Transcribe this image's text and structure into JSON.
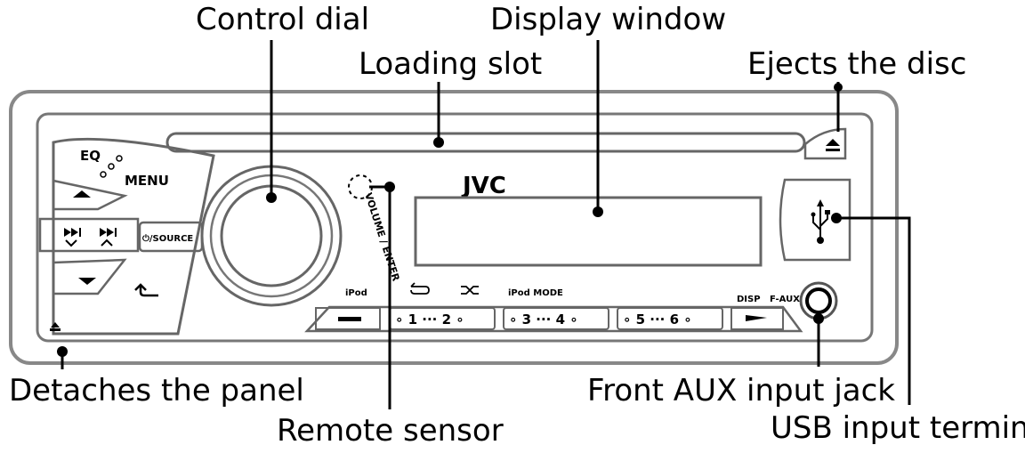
{
  "callouts": {
    "control_dial": "Control dial",
    "display_window": "Display window",
    "loading_slot": "Loading slot",
    "ejects_disc": "Ejects the disc",
    "detaches_panel": "Detaches the panel",
    "remote_sensor": "Remote sensor",
    "front_aux": "Front AUX input jack",
    "usb_terminal": "USB input terminal"
  },
  "panel": {
    "brand": "JVC",
    "eq": "EQ",
    "menu": "MENU",
    "source": "⏻/SOURCE",
    "volume_enter": "VOLUME / ENTER",
    "ipod": "iPod",
    "ipod_mode": "iPod MODE",
    "disp": "DISP",
    "f_aux": "F-AUX",
    "preset_1_2": "∘ 1 ··· 2 ∘",
    "preset_3_4": "∘ 3 ··· 4 ∘",
    "preset_5_6": "∘ 5 ··· 6 ∘"
  },
  "icons": [
    "eject-icon",
    "usb-icon",
    "repeat-icon",
    "shuffle-icon",
    "back-icon",
    "prev-track-icon",
    "next-track-icon",
    "up-arrow-icon",
    "down-arrow-icon"
  ]
}
